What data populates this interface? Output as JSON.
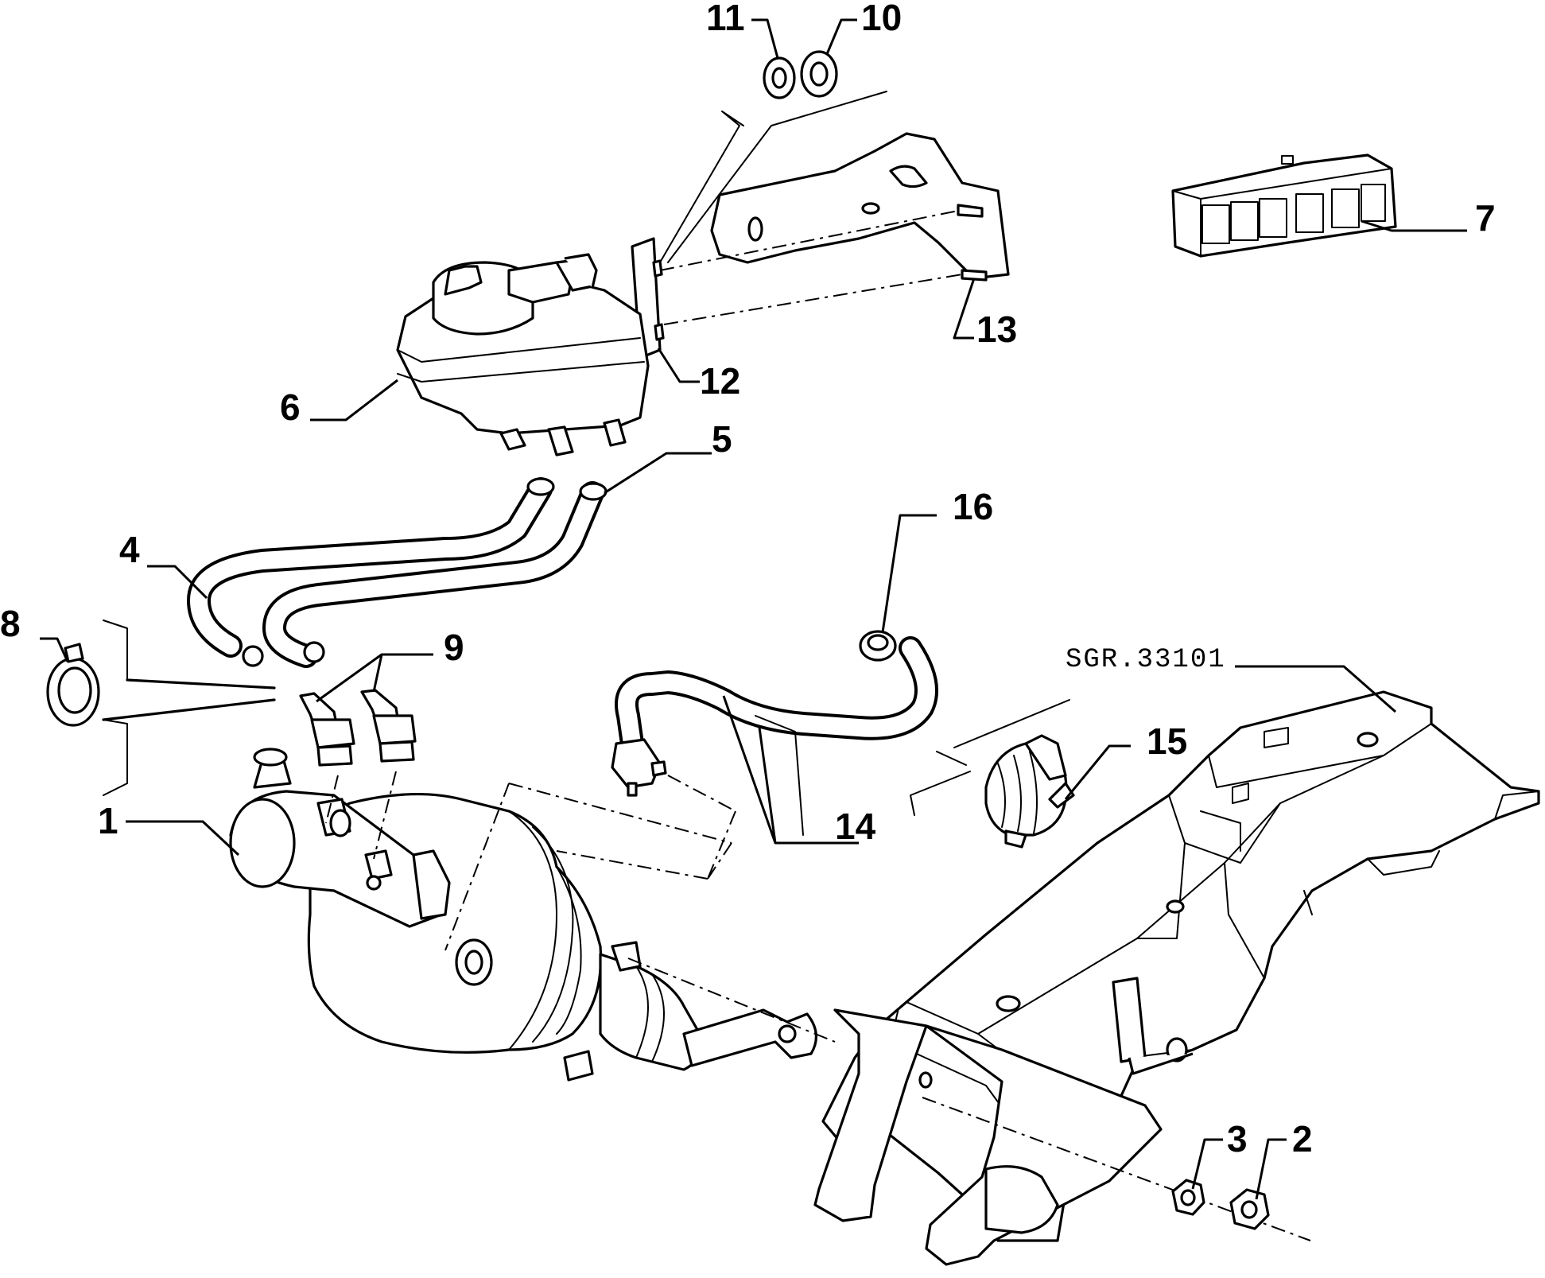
{
  "drawing_ref": "SGR.33101",
  "callouts": [
    {
      "id": "c1",
      "text": "1"
    },
    {
      "id": "c2",
      "text": "2"
    },
    {
      "id": "c3",
      "text": "3"
    },
    {
      "id": "c4",
      "text": "4"
    },
    {
      "id": "c5",
      "text": "5"
    },
    {
      "id": "c6",
      "text": "6"
    },
    {
      "id": "c7",
      "text": "7"
    },
    {
      "id": "c8",
      "text": "8"
    },
    {
      "id": "c9",
      "text": "9"
    },
    {
      "id": "c10",
      "text": "10"
    },
    {
      "id": "c11",
      "text": "11"
    },
    {
      "id": "c12",
      "text": "12"
    },
    {
      "id": "c13",
      "text": "13"
    },
    {
      "id": "c14",
      "text": "14"
    },
    {
      "id": "c15",
      "text": "15"
    },
    {
      "id": "c16",
      "text": "16"
    }
  ]
}
